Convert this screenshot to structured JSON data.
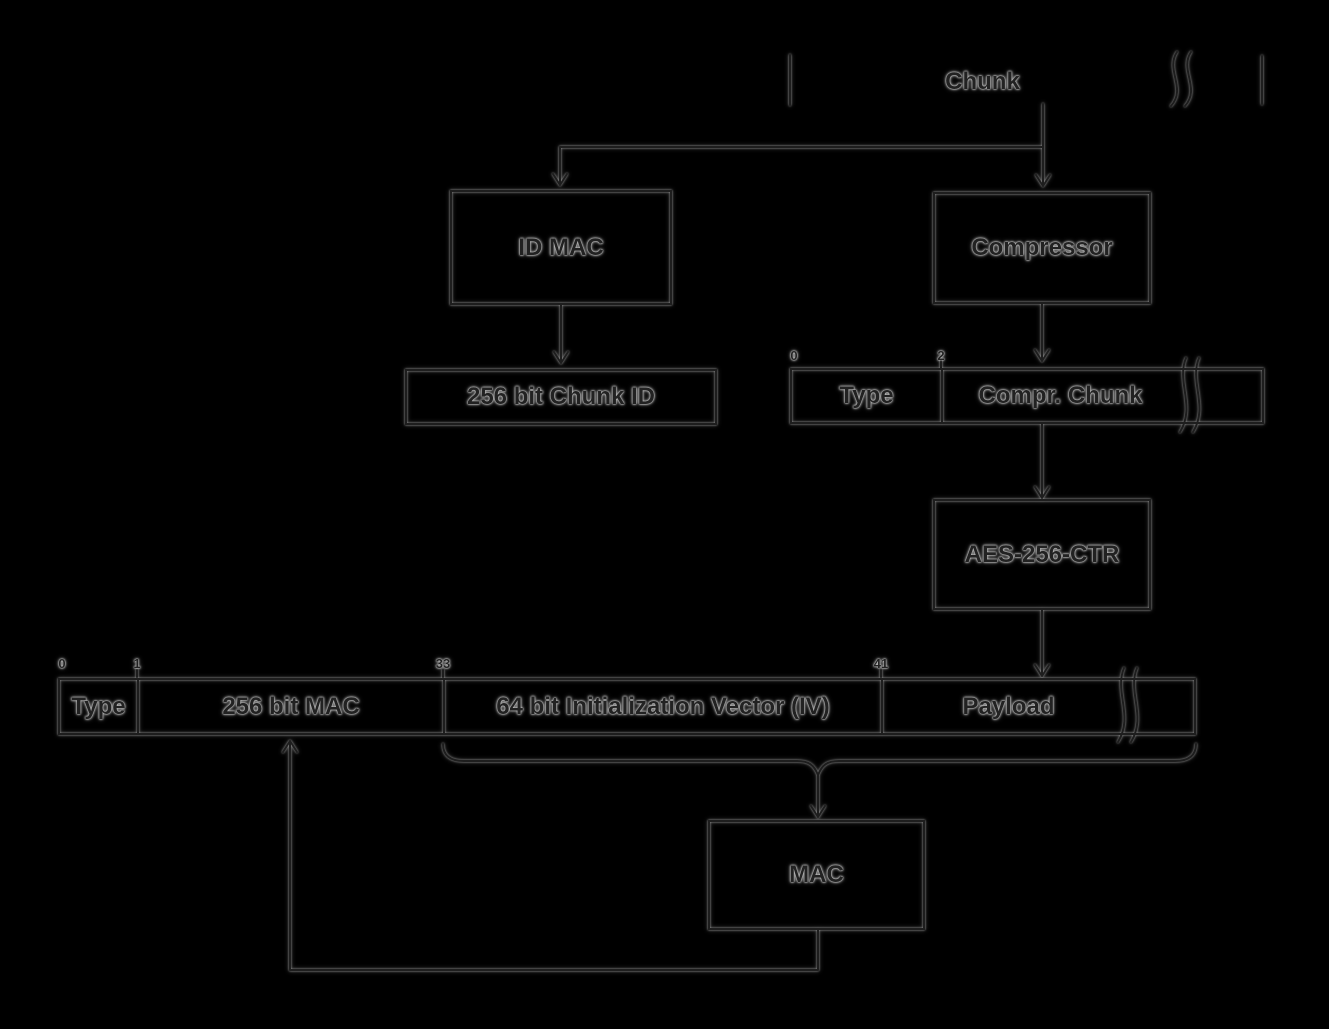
{
  "diagram": {
    "stream": {
      "label": "Chunk"
    },
    "nodes": {
      "id_mac": "ID MAC",
      "compressor": "Compressor",
      "chunk_id": "256 bit Chunk ID",
      "aes": "AES-256-CTR",
      "mac": "MAC"
    },
    "compressed_packet": {
      "offsets": [
        "0",
        "2"
      ],
      "fields": [
        "Type",
        "Compr. Chunk"
      ]
    },
    "encrypted_frame": {
      "offsets": [
        "0",
        "1",
        "33",
        "41"
      ],
      "fields": [
        "Type",
        "256 bit MAC",
        "64 bit Initialization Vector (IV)",
        "Payload"
      ]
    },
    "colors": {
      "background": "#000000",
      "ink": "#1e1e1e",
      "halo": "#9e9e9e"
    }
  }
}
